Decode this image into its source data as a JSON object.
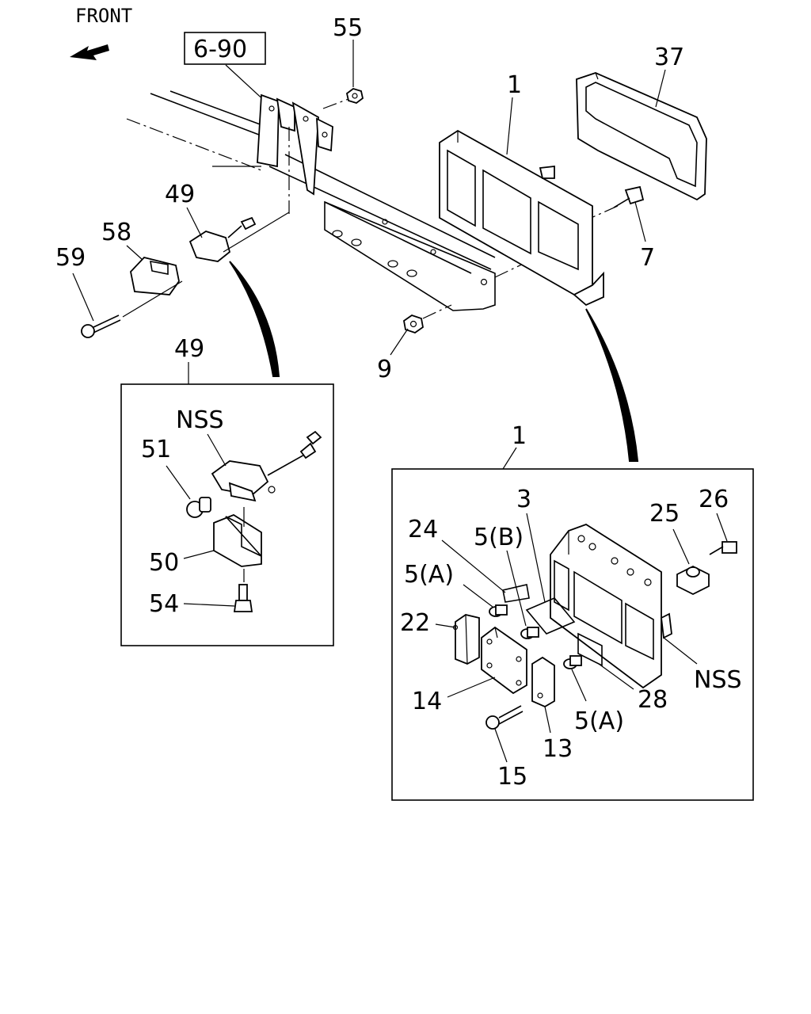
{
  "header": {
    "front_label": "FRONT",
    "ref_box": "6-90"
  },
  "callouts": {
    "c55": "55",
    "c37": "37",
    "c1_top": "1",
    "c49_top": "49",
    "c58": "58",
    "c59": "59",
    "c7": "7",
    "c9": "9",
    "c49_box": "49",
    "nss_left": "NSS",
    "c51": "51",
    "c50": "50",
    "c54": "54",
    "c1_box": "1",
    "c3": "3",
    "c24": "24",
    "c5b": "5(B)",
    "c5a_top": "5(A)",
    "c25": "25",
    "c26": "26",
    "c22": "22",
    "c14": "14",
    "c28": "28",
    "nss_right": "NSS",
    "c5a_bottom": "5(A)",
    "c13": "13",
    "c15": "15"
  },
  "icons": {
    "front_arrow": "arrow-icon"
  }
}
